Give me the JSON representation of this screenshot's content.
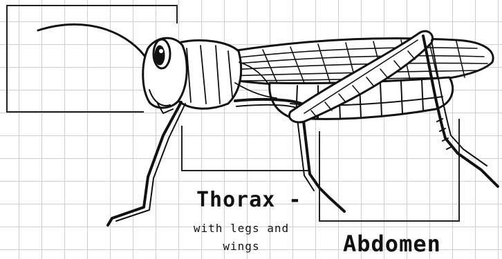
{
  "labels": {
    "head": "",
    "thorax_title": "Thorax -",
    "thorax_sub_line1": "with legs and",
    "thorax_sub_line2": "wings",
    "abdomen": "Abdomen"
  },
  "colors": {
    "ink": "#111111",
    "grid": "#cfcfcf",
    "background": "#ffffff"
  }
}
